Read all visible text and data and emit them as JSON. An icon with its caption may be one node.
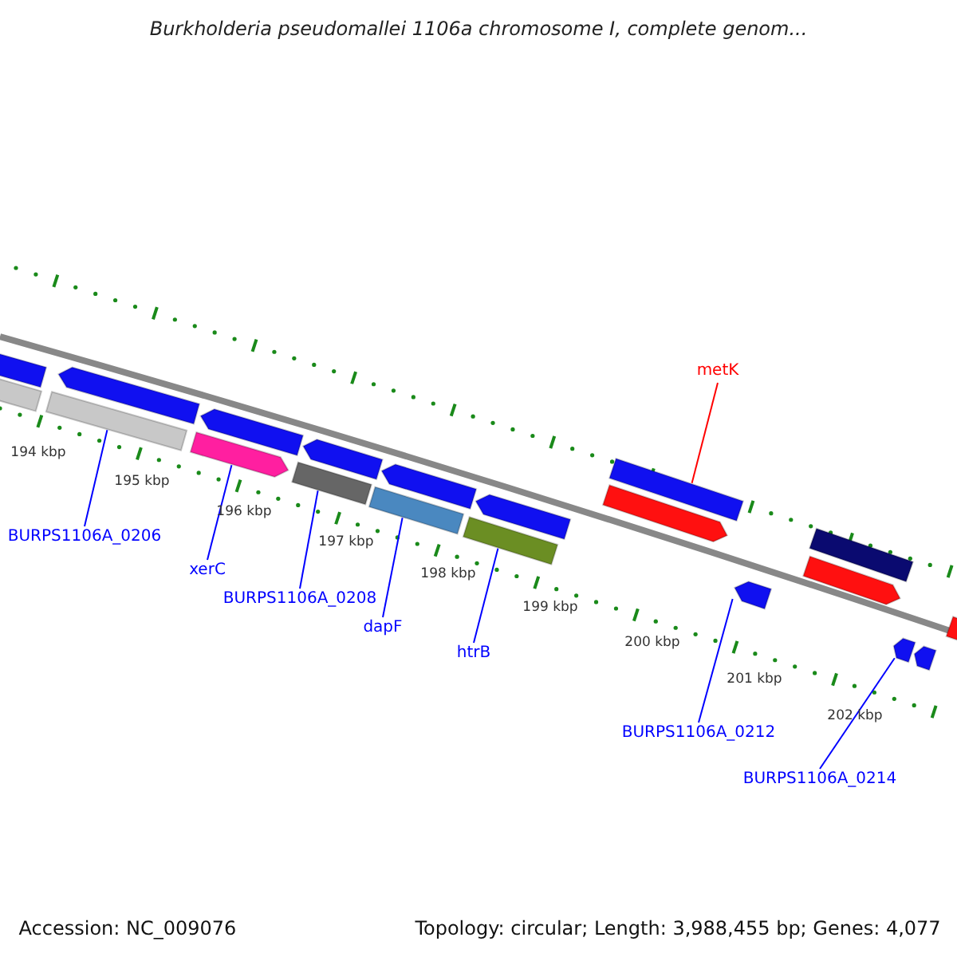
{
  "diagram": {
    "title": "Burkholderia pseudomallei 1106a chromosome I, complete genom...",
    "nodes": [
      {
        "text": [
          "metK"
        ]
      },
      {
        "text": [
          "BURPS1106A_0206"
        ]
      },
      {
        "text": [
          "xerC"
        ]
      },
      {
        "text": [
          "BURPS1106A_0208"
        ]
      },
      {
        "text": [
          "dapF"
        ]
      },
      {
        "text": [
          "htrB"
        ]
      },
      {
        "text": [
          "BURPS1106A_0212"
        ]
      },
      {
        "text": [
          "BURPS1106A_0214"
        ]
      },
      {
        "text": [],
        "shape": "bar"
      },
      {
        "text": [],
        "shape": "arrow"
      },
      {
        "text": [],
        "shape": "bar"
      },
      {
        "text": [],
        "shape": "bar"
      },
      {
        "text": [],
        "shape": "bar"
      },
      {
        "text": [],
        "shape": "bar"
      },
      {
        "text": [],
        "shape": "arrow"
      },
      {
        "text": [],
        "shape": "arrow"
      },
      {
        "text": [],
        "shape": "arrow"
      },
      {
        "text": [],
        "shape": "bar"
      },
      {
        "text": [],
        "shape": "arrow"
      },
      {
        "text": [],
        "shape": "arrow"
      },
      {
        "text": [],
        "shape": "arrow"
      },
      {
        "text": [],
        "shape": "arrow"
      },
      {
        "text": [],
        "shape": "arrow"
      },
      {
        "text": [],
        "shape": "arrow"
      },
      {
        "text": [],
        "shape": "arrow"
      },
      {
        "text": [],
        "shape": "bar"
      },
      {
        "text": [],
        "shape": "arrow"
      },
      {
        "text": [],
        "shape": "arrow"
      }
    ],
    "edges": [
      {
        "from": 1,
        "to": 8,
        "arrow": "none"
      },
      {
        "from": 2,
        "to": 9,
        "arrow": "none"
      },
      {
        "from": 3,
        "to": 10,
        "arrow": "none"
      },
      {
        "from": 4,
        "to": 11,
        "arrow": "none"
      },
      {
        "from": 5,
        "to": 12,
        "arrow": "none"
      },
      {
        "from": 0,
        "to": 13,
        "arrow": "none",
        "color": "#ff0000"
      },
      {
        "from": 6,
        "to": 14,
        "arrow": "none"
      },
      {
        "from": 7,
        "to": 15,
        "arrow": "none"
      }
    ],
    "labels": [
      "194 kbp",
      "195 kbp",
      "196 kbp",
      "197 kbp",
      "198 kbp",
      "199 kbp",
      "200 kbp",
      "201 kbp",
      "202 kbp",
      "Accession: NC_009076",
      "Topology: circular; Length: 3,988,455 bp; Genes: 4,077"
    ]
  }
}
